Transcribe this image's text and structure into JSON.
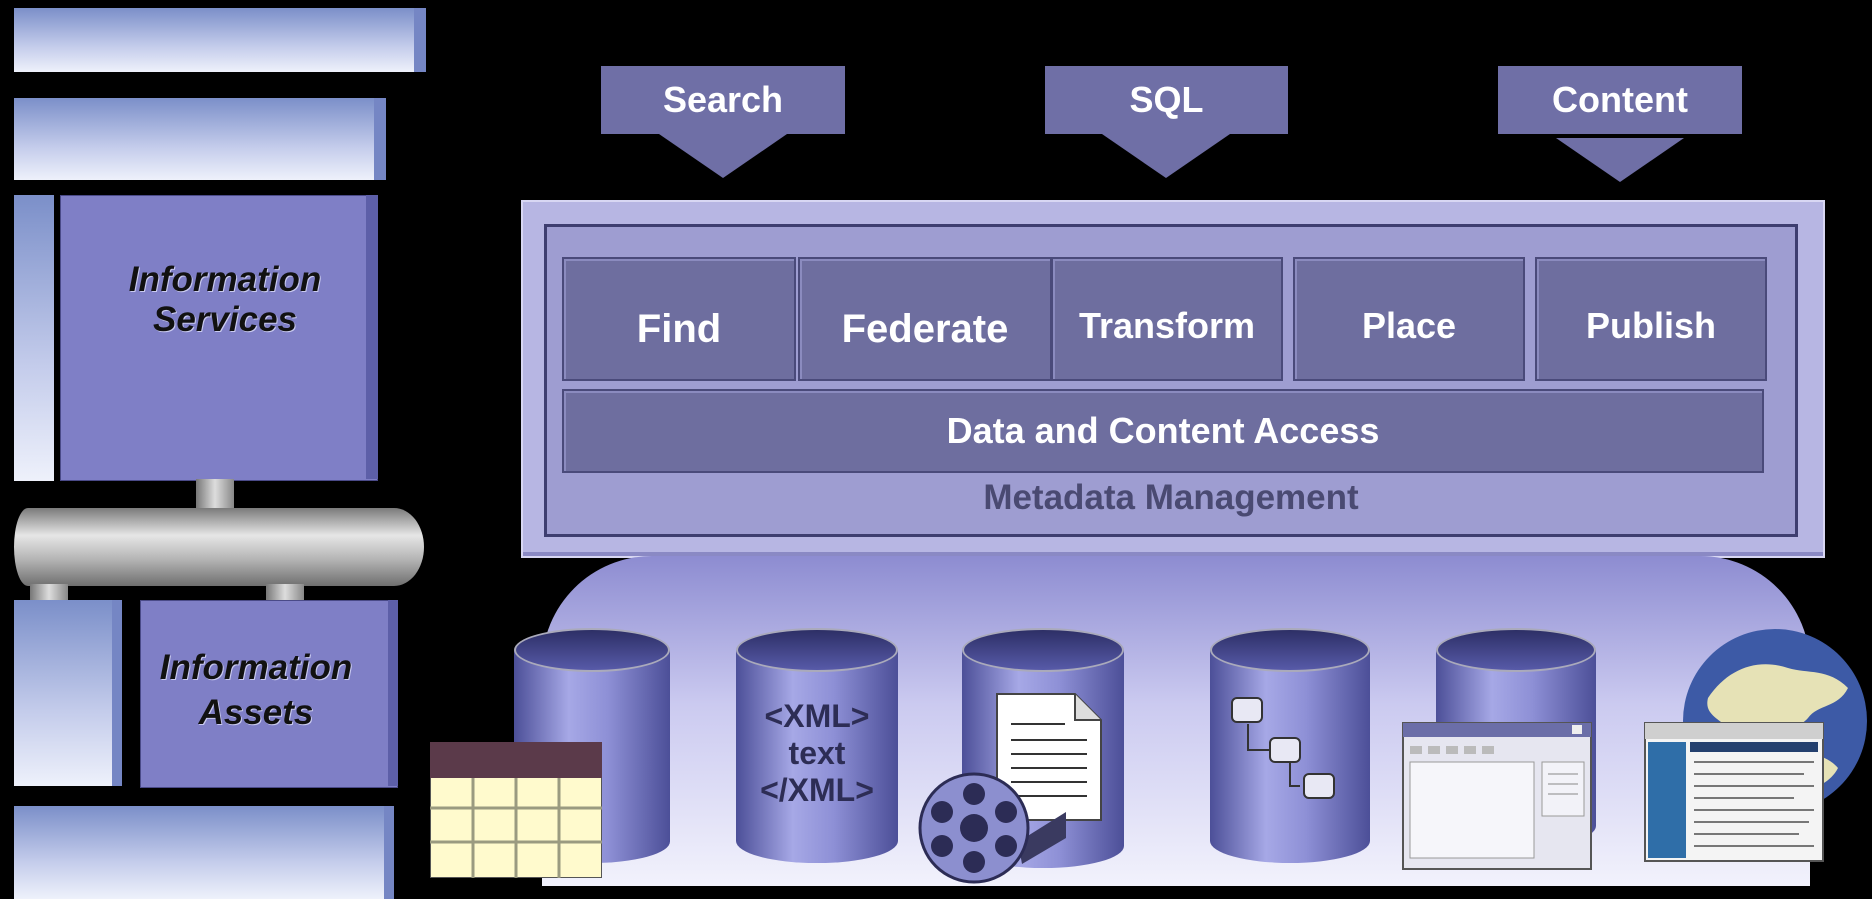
{
  "left_stack": {
    "services_label": "Information\nServices",
    "assets_label": "Information\nAssets"
  },
  "interfaces": [
    {
      "label": "Search"
    },
    {
      "label": "SQL"
    },
    {
      "label": "Content"
    }
  ],
  "functions": [
    {
      "label": "Find"
    },
    {
      "label": "Federate"
    },
    {
      "label": "Transform"
    },
    {
      "label": "Place"
    },
    {
      "label": "Publish"
    }
  ],
  "access_label": "Data and Content Access",
  "metadata_label": "Metadata Management",
  "xml_store": {
    "open_tag": "<XML>",
    "body": "text",
    "close_tag": "</XML>"
  },
  "icons": [
    "table-icon",
    "xml-database-icon",
    "document-icon",
    "film-reel-icon",
    "workflow-icon",
    "application-window-icon",
    "globe-icon",
    "webpage-icon"
  ],
  "colors": {
    "panel": "#7f7fc6",
    "arrow": "#6f6fa6",
    "frame": "#b7b6e3",
    "function_box": "#6e6e9f",
    "background": "#000000"
  }
}
